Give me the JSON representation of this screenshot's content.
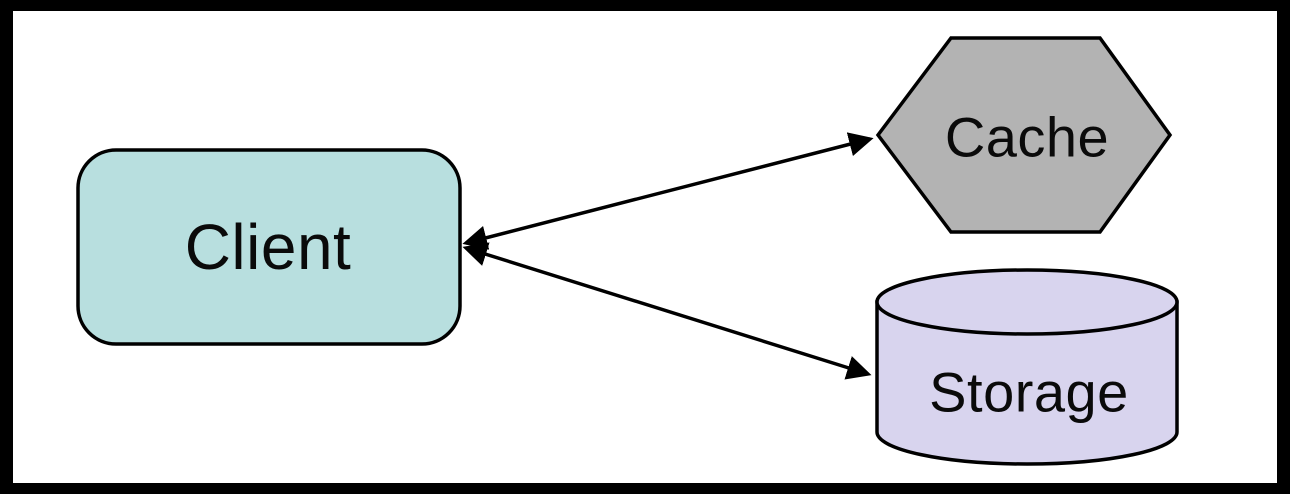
{
  "diagram": {
    "title": "client-cache-storage-diagram",
    "nodes": {
      "client": {
        "label": "Client",
        "shape": "rounded-rectangle",
        "fill": "#b8dfdf",
        "stroke": "#000000"
      },
      "cache": {
        "label": "Cache",
        "shape": "hexagon",
        "fill": "#b3b3b3",
        "stroke": "#000000"
      },
      "storage": {
        "label": "Storage",
        "shape": "cylinder",
        "fill": "#d8d4ee",
        "stroke": "#000000"
      }
    },
    "edges": [
      {
        "from": "client",
        "to": "cache",
        "direction": "bidirectional"
      },
      {
        "from": "client",
        "to": "storage",
        "direction": "bidirectional"
      }
    ],
    "colors": {
      "background": "#ffffff",
      "frame": "#000000",
      "edge_stroke": "#000000"
    }
  }
}
